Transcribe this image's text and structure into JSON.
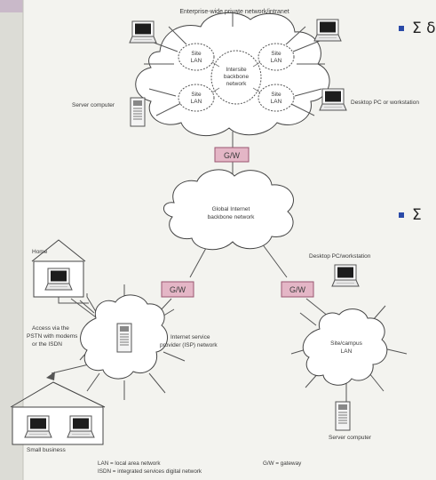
{
  "diagram": {
    "top_caption": "Enterprise-wide private network/intranet",
    "intersite_backbone": [
      "Intersite",
      "backbone",
      "network"
    ],
    "site_lan": [
      "Site",
      "LAN"
    ],
    "server_computer_left": "Server computer",
    "desktop_pc_right": "Desktop PC or workstation",
    "gateway": "G/W",
    "global_internet": [
      "Global Internet",
      "backbone network"
    ],
    "home": "Home",
    "access_note": [
      "Access via the",
      "PSTN with modems",
      "or the ISDN"
    ],
    "isp": [
      "Internet service",
      "provider (ISP) network"
    ],
    "desktop_pc_ws": "Desktop PC/workstation",
    "site_campus_lan": [
      "Site/campus",
      "LAN"
    ],
    "small_business": "Small business",
    "server_computer_bottom": "Server computer",
    "legend": {
      "lan": "LAN  =  local area network",
      "isdn": "ISDN  =  integrated services digital network",
      "gw": "G/W = gateway"
    }
  },
  "slide": {
    "bullet_1_glyphs": "Σ δ",
    "bullet_2_glyphs": "Σ"
  },
  "colors": {
    "gateway_fill": "#e4b6c6",
    "gateway_stroke": "#9a5670",
    "bullet": "#2a4aa8",
    "line": "#555555"
  }
}
